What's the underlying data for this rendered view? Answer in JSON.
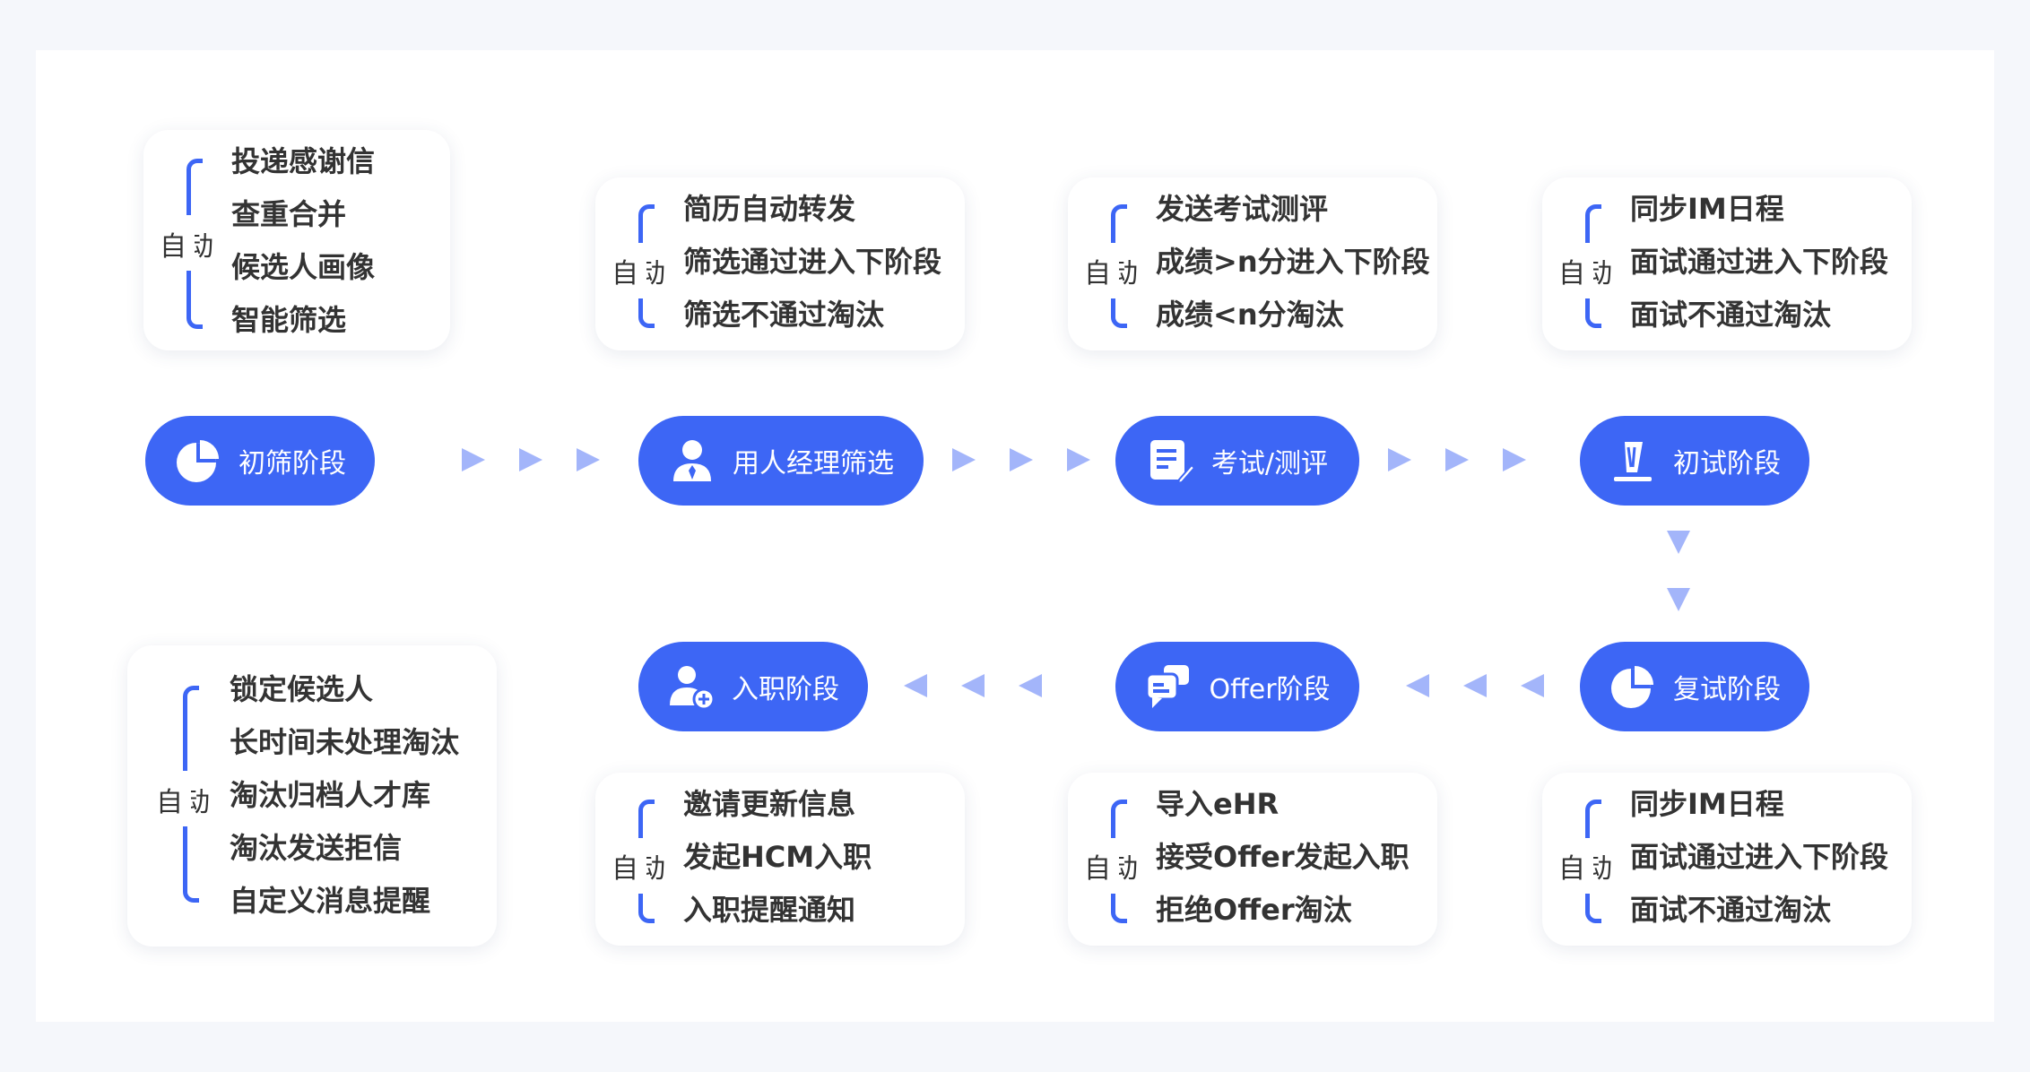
{
  "cards": {
    "screen": {
      "auto": "自动",
      "items": [
        "投递感谢信",
        "查重合并",
        "候选人画像",
        "智能筛选"
      ]
    },
    "hm": {
      "auto": "自动",
      "items": [
        "简历自动转发",
        "筛选通过进入下阶段",
        "筛选不通过淘汰"
      ]
    },
    "exam": {
      "auto": "自动",
      "items": [
        "发送考试测评",
        "成绩>n分进入下阶段",
        "成绩<n分淘汰"
      ]
    },
    "first": {
      "auto": "自动",
      "items": [
        "同步IM日程",
        "面试通过进入下阶段",
        "面试不通过淘汰"
      ]
    },
    "onboardEnd": {
      "auto": "自动",
      "items": [
        "锁定候选人",
        "长时间未处理淘汰",
        "淘汰归档人才库",
        "淘汰发送拒信",
        "自定义消息提醒"
      ]
    },
    "onboard": {
      "auto": "自动",
      "items": [
        "邀请更新信息",
        "发起HCM入职",
        "入职提醒通知"
      ]
    },
    "offer": {
      "auto": "自动",
      "items": [
        "导入eHR",
        "接受Offer发起入职",
        "拒绝Offer淘汰"
      ]
    },
    "second": {
      "auto": "自动",
      "items": [
        "同步IM日程",
        "面试通过进入下阶段",
        "面试不通过淘汰"
      ]
    }
  },
  "stages": {
    "screen": {
      "label": "初筛阶段",
      "icon": "pie-chart-icon"
    },
    "hm": {
      "label": "用人经理筛选",
      "icon": "user-icon"
    },
    "exam": {
      "label": "考试/测评",
      "icon": "edit-document-icon"
    },
    "first": {
      "label": "初试阶段",
      "icon": "pencil-icon"
    },
    "second": {
      "label": "复试阶段",
      "icon": "pie-chart-icon"
    },
    "offer": {
      "label": "Offer阶段",
      "icon": "chat-bubbles-icon"
    },
    "onboard": {
      "label": "入职阶段",
      "icon": "add-user-icon"
    }
  },
  "colors": {
    "accent": "#3d66f5",
    "arrow": "#a3b5fa",
    "text": "#333333",
    "background": "#f5f7fb"
  }
}
